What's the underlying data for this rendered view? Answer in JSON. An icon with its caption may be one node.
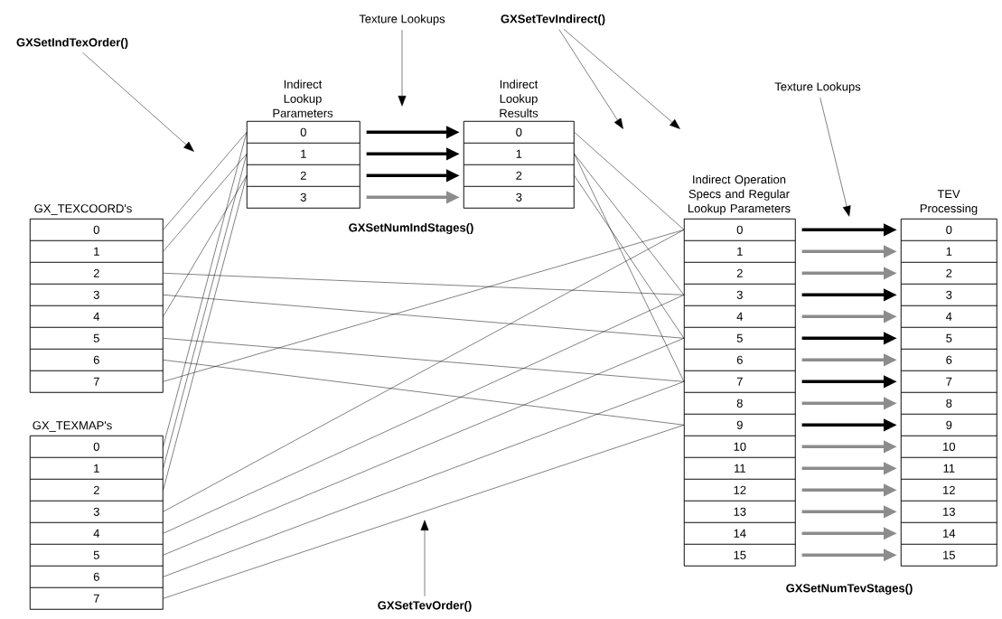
{
  "diagram": {
    "nodes": [
      {
        "text": [
          "GXSetIndTexOrder()"
        ]
      },
      {
        "text": [
          "Texture Lookups"
        ]
      },
      {
        "text": [
          "GXSetTevIndirect()"
        ]
      },
      {
        "text": [
          "Texture Lookups"
        ]
      },
      {
        "text": [
          "Indirect Lookup Parameters"
        ]
      },
      {
        "text": [
          "0"
        ],
        "in": 4
      },
      {
        "text": [
          "1"
        ],
        "in": 4
      },
      {
        "text": [
          "2"
        ],
        "in": 4
      },
      {
        "text": [
          "3"
        ],
        "in": 4
      },
      {
        "text": [
          "Indirect Lookup Results"
        ]
      },
      {
        "text": [
          "0"
        ],
        "in": 9
      },
      {
        "text": [
          "1"
        ],
        "in": 9
      },
      {
        "text": [
          "2"
        ],
        "in": 9
      },
      {
        "text": [
          "3"
        ],
        "in": 9
      },
      {
        "text": [
          "GX_TEXCOORD's"
        ]
      },
      {
        "text": [
          "0"
        ],
        "in": 14
      },
      {
        "text": [
          "1"
        ],
        "in": 14
      },
      {
        "text": [
          "2"
        ],
        "in": 14
      },
      {
        "text": [
          "3"
        ],
        "in": 14
      },
      {
        "text": [
          "4"
        ],
        "in": 14
      },
      {
        "text": [
          "5"
        ],
        "in": 14
      },
      {
        "text": [
          "6"
        ],
        "in": 14
      },
      {
        "text": [
          "7"
        ],
        "in": 14
      },
      {
        "text": [
          "Indirect Operation Specs and Regular Lookup Parameters"
        ]
      },
      {
        "text": [
          "0"
        ],
        "in": 23
      },
      {
        "text": [
          "1"
        ],
        "in": 23
      },
      {
        "text": [
          "2"
        ],
        "in": 23
      },
      {
        "text": [
          "3"
        ],
        "in": 23
      },
      {
        "text": [
          "4"
        ],
        "in": 23
      },
      {
        "text": [
          "5"
        ],
        "in": 23
      },
      {
        "text": [
          "6"
        ],
        "in": 23
      },
      {
        "text": [
          "7"
        ],
        "in": 23
      },
      {
        "text": [
          "8"
        ],
        "in": 23
      },
      {
        "text": [
          "9"
        ],
        "in": 23
      },
      {
        "text": [
          "10"
        ],
        "in": 23
      },
      {
        "text": [
          "11"
        ],
        "in": 23
      },
      {
        "text": [
          "12"
        ],
        "in": 23
      },
      {
        "text": [
          "13"
        ],
        "in": 23
      },
      {
        "text": [
          "14"
        ],
        "in": 23
      },
      {
        "text": [
          "15"
        ],
        "in": 23
      },
      {
        "text": [
          "TEV Processing"
        ]
      },
      {
        "text": [
          "0"
        ],
        "in": 40
      },
      {
        "text": [
          "1"
        ],
        "in": 40
      },
      {
        "text": [
          "2"
        ],
        "in": 40
      },
      {
        "text": [
          "3"
        ],
        "in": 40
      },
      {
        "text": [
          "4"
        ],
        "in": 40
      },
      {
        "text": [
          "5"
        ],
        "in": 40
      },
      {
        "text": [
          "6"
        ],
        "in": 40
      },
      {
        "text": [
          "7"
        ],
        "in": 40
      },
      {
        "text": [
          "8"
        ],
        "in": 40
      },
      {
        "text": [
          "9"
        ],
        "in": 40
      },
      {
        "text": [
          "10"
        ],
        "in": 40
      },
      {
        "text": [
          "11"
        ],
        "in": 40
      },
      {
        "text": [
          "12"
        ],
        "in": 40
      },
      {
        "text": [
          "13"
        ],
        "in": 40
      },
      {
        "text": [
          "14"
        ],
        "in": 40
      },
      {
        "text": [
          "15"
        ],
        "in": 40
      },
      {
        "text": [
          "GX_TEXMAP's"
        ]
      },
      {
        "text": [
          "0"
        ],
        "in": 57
      },
      {
        "text": [
          "1"
        ],
        "in": 57
      },
      {
        "text": [
          "2"
        ],
        "in": 57
      },
      {
        "text": [
          "3"
        ],
        "in": 57
      },
      {
        "text": [
          "4"
        ],
        "in": 57
      },
      {
        "text": [
          "5"
        ],
        "in": 57
      },
      {
        "text": [
          "6"
        ],
        "in": 57
      },
      {
        "text": [
          "7"
        ],
        "in": 57
      },
      {
        "text": [
          "GXSetTevOrder()"
        ]
      }
    ],
    "edges": [
      {
        "from": 0,
        "to": null,
        "arrow": "to"
      },
      {
        "from": 1,
        "to": null,
        "arrow": "to"
      },
      {
        "from": 2,
        "to": null,
        "arrow": "to"
      },
      {
        "from": 2,
        "to": null,
        "arrow": "to"
      },
      {
        "from": 3,
        "to": null,
        "arrow": "to"
      },
      {
        "from": 66,
        "to": null,
        "arrow": "to"
      },
      {
        "from": 5,
        "to": 10,
        "arrow": "to",
        "style": "thick"
      },
      {
        "from": 6,
        "to": 11,
        "arrow": "to",
        "style": "thick"
      },
      {
        "from": 7,
        "to": 12,
        "arrow": "to",
        "style": "thick"
      },
      {
        "from": 8,
        "to": 13,
        "arrow": "to",
        "style": "thick",
        "color": "#8c8c8c"
      },
      {
        "from": 24,
        "to": 41,
        "arrow": "to",
        "style": "thick"
      },
      {
        "from": 25,
        "to": 42,
        "arrow": "to",
        "style": "thick",
        "color": "#8c8c8c"
      },
      {
        "from": 26,
        "to": 43,
        "arrow": "to",
        "style": "thick",
        "color": "#8c8c8c"
      },
      {
        "from": 27,
        "to": 44,
        "arrow": "to",
        "style": "thick"
      },
      {
        "from": 28,
        "to": 45,
        "arrow": "to",
        "style": "thick",
        "color": "#8c8c8c"
      },
      {
        "from": 29,
        "to": 46,
        "arrow": "to",
        "style": "thick"
      },
      {
        "from": 30,
        "to": 47,
        "arrow": "to",
        "style": "thick",
        "color": "#8c8c8c"
      },
      {
        "from": 31,
        "to": 48,
        "arrow": "to",
        "style": "thick"
      },
      {
        "from": 32,
        "to": 49,
        "arrow": "to",
        "style": "thick",
        "color": "#8c8c8c"
      },
      {
        "from": 33,
        "to": 50,
        "arrow": "to",
        "style": "thick"
      },
      {
        "from": 34,
        "to": 51,
        "arrow": "to",
        "style": "thick",
        "color": "#8c8c8c"
      },
      {
        "from": 35,
        "to": 52,
        "arrow": "to",
        "style": "thick",
        "color": "#8c8c8c"
      },
      {
        "from": 36,
        "to": 53,
        "arrow": "to",
        "style": "thick",
        "color": "#8c8c8c"
      },
      {
        "from": 37,
        "to": 54,
        "arrow": "to",
        "style": "thick",
        "color": "#8c8c8c"
      },
      {
        "from": 38,
        "to": 55,
        "arrow": "to",
        "style": "thick",
        "color": "#8c8c8c"
      },
      {
        "from": 39,
        "to": 56,
        "arrow": "to",
        "style": "thick",
        "color": "#8c8c8c"
      },
      {
        "from": 15,
        "to": 5,
        "arrow": "none"
      },
      {
        "from": 16,
        "to": 6,
        "arrow": "none"
      },
      {
        "from": 19,
        "to": 7,
        "arrow": "none"
      },
      {
        "from": 58,
        "to": 5,
        "arrow": "none"
      },
      {
        "from": 59,
        "to": 6,
        "arrow": "none"
      },
      {
        "from": 60,
        "to": 7,
        "arrow": "none"
      },
      {
        "from": 10,
        "to": 24,
        "arrow": "none"
      },
      {
        "from": 11,
        "to": 27,
        "arrow": "none"
      },
      {
        "from": 11,
        "to": 31,
        "arrow": "none"
      },
      {
        "from": 12,
        "to": 29,
        "arrow": "none"
      },
      {
        "from": 17,
        "to": 27,
        "arrow": "none"
      },
      {
        "from": 18,
        "to": 29,
        "arrow": "none"
      },
      {
        "from": 20,
        "to": 31,
        "arrow": "none"
      },
      {
        "from": 21,
        "to": 33,
        "arrow": "none"
      },
      {
        "from": 22,
        "to": 24,
        "arrow": "none"
      },
      {
        "from": 61,
        "to": 24,
        "arrow": "none"
      },
      {
        "from": 62,
        "to": 27,
        "arrow": "none"
      },
      {
        "from": 63,
        "to": 29,
        "arrow": "none"
      },
      {
        "from": 64,
        "to": 31,
        "arrow": "none"
      },
      {
        "from": 65,
        "to": 33,
        "arrow": "none"
      }
    ],
    "labels": [
      "GXSetNumIndStages()",
      "GXSetNumTevStages()"
    ]
  }
}
